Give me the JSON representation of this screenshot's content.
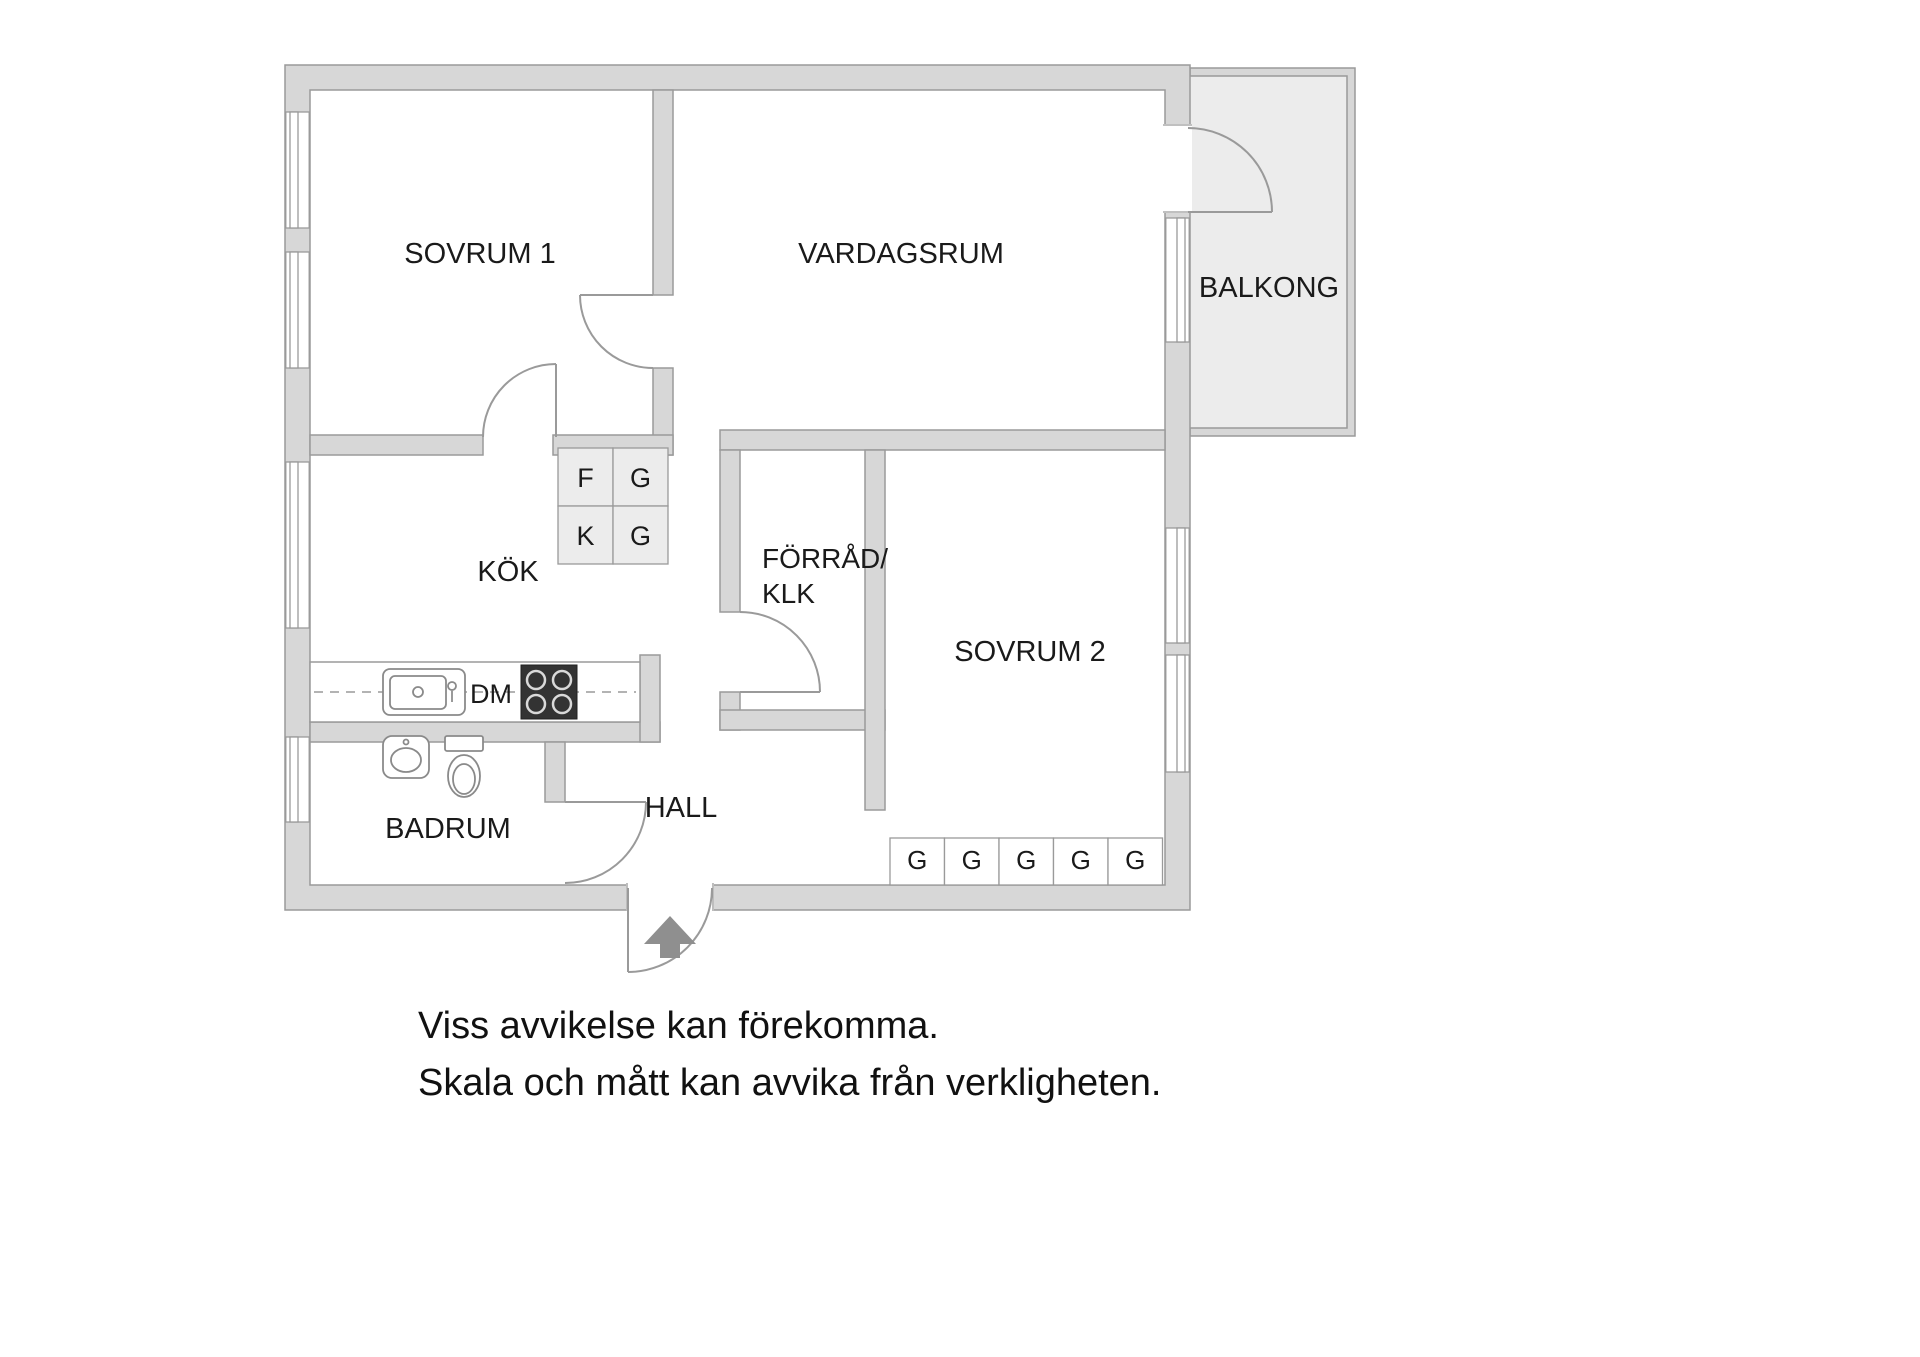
{
  "colors": {
    "wall_fill": "#d7d7d7",
    "wall_stroke": "#9a9a9a",
    "floor_fill": "#ffffff",
    "light_fill": "#ececec",
    "stove_fill": "#333333",
    "arrow_fill": "#8f8f8f",
    "text_color": "#1a1a1a"
  },
  "rooms": {
    "sovrum1": "SOVRUM 1",
    "vardagsrum": "VARDAGSRUM",
    "balkong": "BALKONG",
    "kok": "KÖK",
    "forrad_line1": "FÖRRÅD/",
    "forrad_line2": "KLK",
    "sovrum2": "SOVRUM 2",
    "badrum": "BADRUM",
    "hall": "HALL"
  },
  "kitchen": {
    "unit_labels": [
      "F",
      "G",
      "K",
      "G"
    ],
    "dishwasher": "DM"
  },
  "wardrobes": [
    "G",
    "G",
    "G",
    "G",
    "G"
  ],
  "disclaimer": [
    "Viss avvikelse kan förekomma.",
    "Skala och mått kan avvika från verkligheten."
  ]
}
